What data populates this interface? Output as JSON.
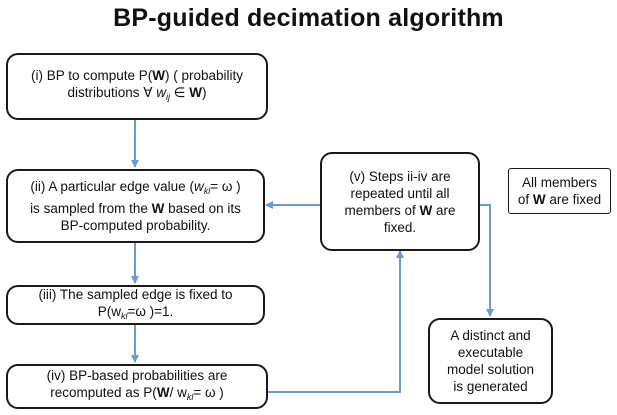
{
  "title": "BP-guided decimation algorithm",
  "steps": {
    "i": {
      "line1": "(i) BP to  compute P(",
      "bold1": "W",
      "line1b": ") ( probability",
      "line2a": "distributions ∀",
      "var2": "w",
      "sub2": "ij",
      "line2b": " ∈ ",
      "bold2": "W",
      "line2c": ")"
    },
    "ii": {
      "line1a": "(ii) A particular edge value (",
      "var1": "w",
      "sub1": "kl",
      "line1b": "= ω )",
      "line2a": "is sampled from the ",
      "bold2": "W",
      "line2b": " based on its",
      "line3": "BP-computed probability."
    },
    "iii": {
      "line1": "(iii) The sampled edge is fixed to",
      "line2a": "P(w",
      "sub2": "kl",
      "line2b": "=ω )=1."
    },
    "iv": {
      "line1": "(iv) BP-based probabilities are",
      "line2a": "recomputed as P(",
      "bold2": "W",
      "line2b": "/ w",
      "sub2": "kl",
      "line2c": "= ω )"
    },
    "v": {
      "line1": "(v) Steps ii-iv are",
      "line2": "repeated until all",
      "line3a": "members of ",
      "bold3": "W",
      "line3b": " are",
      "line4": "fixed."
    }
  },
  "all_fixed": {
    "line1": "All members",
    "line2a": "of ",
    "bold2": "W",
    "line2b": " are fixed"
  },
  "solution": {
    "line1": "A distinct and",
    "line2": "executable",
    "line3": "model solution",
    "line4": "is generated"
  },
  "colors": {
    "arrow": "#6b9bd1",
    "border": "#1a1a1a"
  }
}
